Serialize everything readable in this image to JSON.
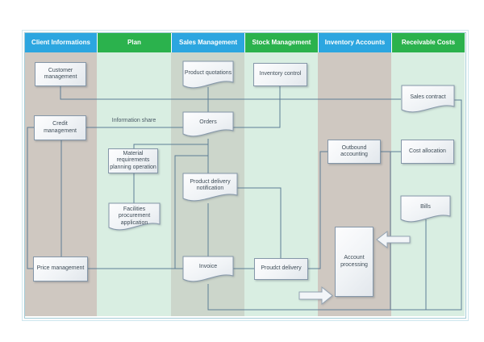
{
  "diagram": {
    "type": "cross-functional-flowchart",
    "lanes": [
      {
        "label": "Client Informations",
        "header_color": "#2ca6e0",
        "body_color": "#cfc8c1"
      },
      {
        "label": "Plan",
        "header_color": "#2bb24d",
        "body_color": "#d9eee2"
      },
      {
        "label": "Sales Management",
        "header_color": "#2ca6e0",
        "body_color": "#ccd6cb"
      },
      {
        "label": "Stock Management",
        "header_color": "#2bb24d",
        "body_color": "#d9eee2"
      },
      {
        "label": "Inventory Accounts",
        "header_color": "#2ca6e0",
        "body_color": "#cfc8c1"
      },
      {
        "label": "Receivable Costs",
        "header_color": "#2bb24d",
        "body_color": "#d9eee2"
      }
    ],
    "nodes": {
      "customer_management": {
        "label": "Customer management",
        "lane": "Client Informations",
        "shape": "rect"
      },
      "credit_management": {
        "label": "Credit management",
        "lane": "Client Informations",
        "shape": "rect"
      },
      "price_management": {
        "label": "Price management",
        "lane": "Client Informations",
        "shape": "rect"
      },
      "material_requirements": {
        "label": "Material requirements planning operation",
        "lane": "Plan",
        "shape": "rect"
      },
      "facilities_procurement": {
        "label": "Facilities procurement application",
        "lane": "Plan",
        "shape": "document"
      },
      "product_quotations": {
        "label": "Product quotations",
        "lane": "Sales Management",
        "shape": "document"
      },
      "orders": {
        "label": "Orders",
        "lane": "Sales Management",
        "shape": "document"
      },
      "product_delivery_notification": {
        "label": "Product delivery notification",
        "lane": "Sales Management",
        "shape": "document"
      },
      "invoice": {
        "label": "Invoice",
        "lane": "Sales Management",
        "shape": "document"
      },
      "inventory_control": {
        "label": "Inventory control",
        "lane": "Stock Management",
        "shape": "rect"
      },
      "proudct_delivery": {
        "label": "Proudct delivery",
        "lane": "Stock Management",
        "shape": "rect"
      },
      "outbound_accounting": {
        "label": "Outbound accounting",
        "lane": "Inventory Accounts",
        "shape": "rect"
      },
      "account_processing": {
        "label": "Account processing",
        "lane": "Inventory Accounts",
        "shape": "rect-tall"
      },
      "sales_contract": {
        "label": "Sales contract",
        "lane": "Receivable Costs",
        "shape": "document"
      },
      "cost_allocation": {
        "label": "Cost allocation",
        "lane": "Receivable Costs",
        "shape": "rect"
      },
      "bills": {
        "label": "Bills",
        "lane": "Receivable Costs",
        "shape": "document"
      }
    },
    "edge_labels": {
      "information_share": "Information share"
    },
    "colors": {
      "connector": "#5d7d95",
      "shape_border": "#8597a9",
      "lane_divider": "#a4ccd6",
      "header_blue": "#2ca6e0",
      "header_green": "#2bb24d",
      "lane_taupe": "#cfc8c1",
      "lane_mint": "#d9eee2",
      "lane_sage": "#ccd6cb"
    }
  }
}
